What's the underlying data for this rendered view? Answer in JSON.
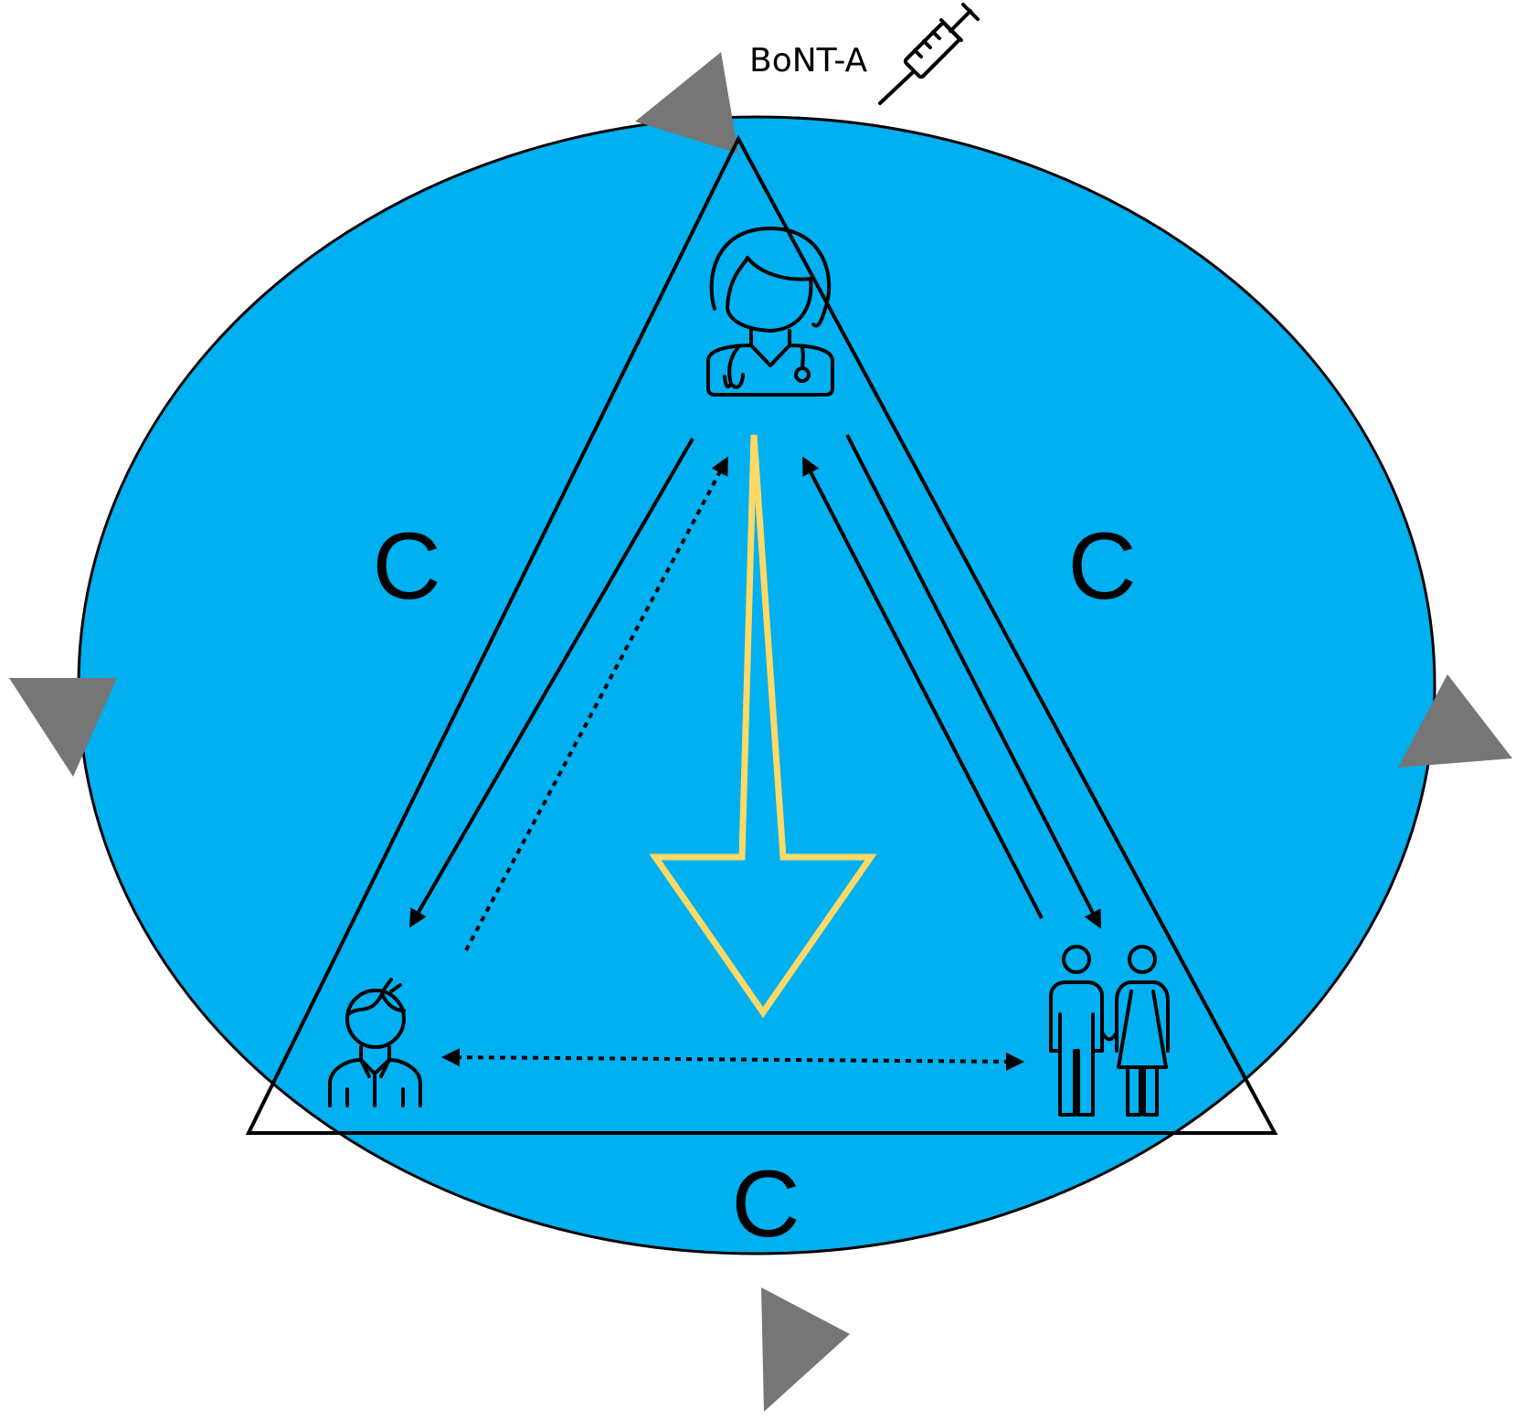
{
  "labels": {
    "drug": "BoNT-A",
    "side_left": "C",
    "side_right": "C",
    "side_bottom": "C"
  },
  "colors": {
    "background": "#ffffff",
    "circle_fill": "#00b0f0",
    "outline": "#000000",
    "big_arrow": "#ffd966",
    "cycle_arrowheads": "#767676"
  },
  "icons": {
    "top_vertex": "doctor-icon",
    "bottom_left_vertex": "child-icon",
    "bottom_right_vertex": "parents-icon",
    "drug": "syringe-icon"
  }
}
